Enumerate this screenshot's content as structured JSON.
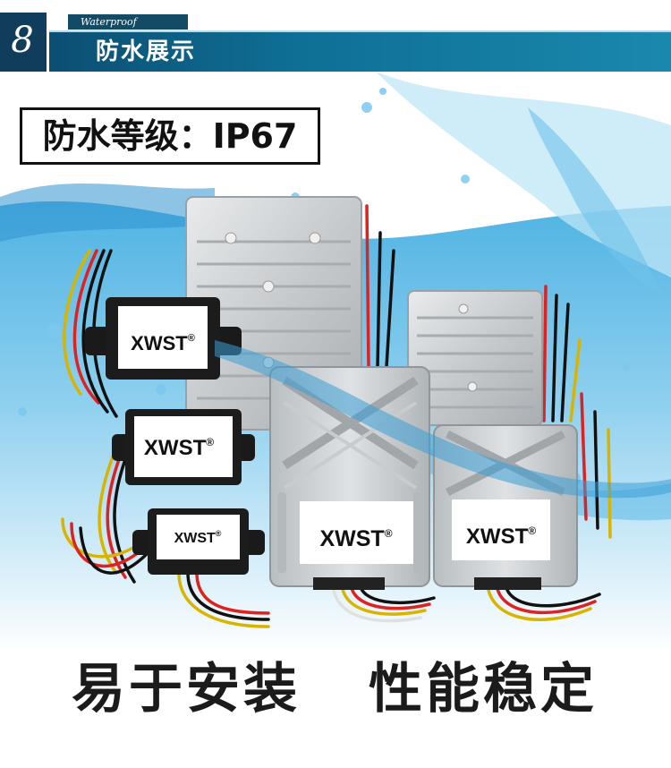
{
  "header": {
    "section_number": "8",
    "tag": "Waterproof",
    "title": "防水展示"
  },
  "rating_label": "防水等级：IP67",
  "brand": "XWST",
  "brand_mark": "®",
  "slogans": [
    "易于安装",
    "性能稳定"
  ],
  "colors": {
    "header_blue": "#0f6f95",
    "water_blue": "#3fa7d8",
    "housing_silver": "#cfd3d6",
    "housing_black": "#1a1a1a"
  },
  "icons": [
    "section-number-icon"
  ]
}
